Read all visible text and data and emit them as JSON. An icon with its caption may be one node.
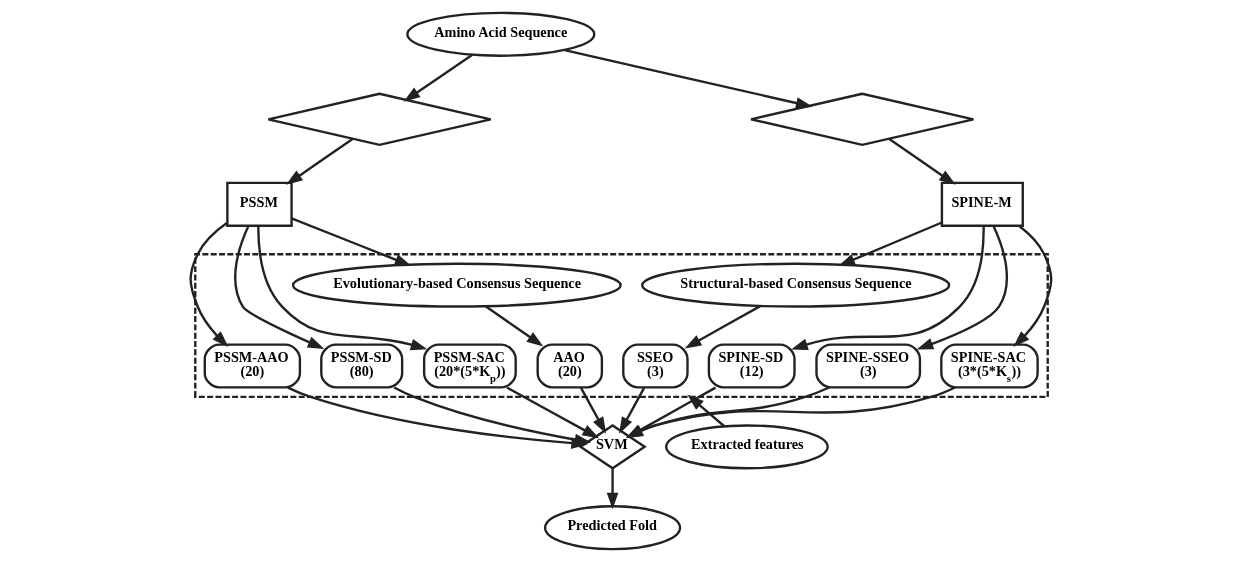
{
  "diagram": {
    "nodes": [
      {
        "text": [
          "Amino Acid Sequence"
        ]
      },
      {
        "text": [],
        "shape": "diamond"
      },
      {
        "text": [],
        "shape": "diamond"
      },
      {
        "text": [
          "PSSM"
        ]
      },
      {
        "text": [
          "SPINE-M"
        ]
      },
      {
        "text": [],
        "shape": "box"
      },
      {
        "text": [
          "Evolutionary-based Consensus Sequence"
        ],
        "in": 5
      },
      {
        "text": [
          "Structural-based Consensus Sequence"
        ],
        "in": 5
      },
      {
        "text": [
          "AAO",
          "(20)"
        ],
        "in": 5
      },
      {
        "text": [
          "PSSM-SD",
          "(80)"
        ],
        "in": 5
      },
      {
        "text": [
          "PSSM-SAC",
          "(20*(5*K$_{p}$))"
        ],
        "in": 5
      },
      {
        "text": [
          "PSSM-AAO",
          "(20)"
        ],
        "in": 5
      },
      {
        "text": [
          "SPINE-SSEO",
          "(3)"
        ],
        "in": 5
      },
      {
        "text": [
          "SPINE-SAC",
          "(3*(5*K$_{s}$))"
        ],
        "in": 5
      },
      {
        "text": [
          "SPINE-SD",
          "(12)"
        ],
        "in": 5
      },
      {
        "text": [
          "SSEO",
          "(3)"
        ],
        "in": 5
      },
      {
        "text": [
          "SVM"
        ]
      },
      {
        "text": [
          "Extracted features"
        ]
      },
      {
        "text": [
          "Predicted Fold"
        ]
      }
    ],
    "edges": [
      {
        "from": 0,
        "to": 1,
        "arrow": "to"
      },
      {
        "from": 0,
        "to": 2,
        "arrow": "to"
      },
      {
        "from": 1,
        "to": 3,
        "arrow": "to"
      },
      {
        "from": 2,
        "to": 4,
        "arrow": "to"
      },
      {
        "from": 3,
        "to": 6,
        "arrow": "to"
      },
      {
        "from": 3,
        "to": 9,
        "arrow": "to"
      },
      {
        "from": 3,
        "to": 10,
        "arrow": "to"
      },
      {
        "from": 3,
        "to": 11,
        "arrow": "to"
      },
      {
        "from": 4,
        "to": 12,
        "arrow": "to"
      },
      {
        "from": 4,
        "to": 13,
        "arrow": "to"
      },
      {
        "from": 4,
        "to": 14,
        "arrow": "to"
      },
      {
        "from": 4,
        "to": 7,
        "arrow": "to"
      },
      {
        "from": 6,
        "to": 8,
        "arrow": "to"
      },
      {
        "from": 7,
        "to": 15,
        "arrow": "to"
      },
      {
        "from": 8,
        "to": 16,
        "arrow": "to"
      },
      {
        "from": 9,
        "to": 16,
        "arrow": "to"
      },
      {
        "from": 10,
        "to": 16,
        "arrow": "to"
      },
      {
        "from": 11,
        "to": 16,
        "arrow": "to"
      },
      {
        "from": 12,
        "to": 16,
        "arrow": "to"
      },
      {
        "from": 13,
        "to": 16,
        "arrow": "to"
      },
      {
        "from": 14,
        "to": 16,
        "arrow": "to"
      },
      {
        "from": 15,
        "to": 16,
        "arrow": "to"
      },
      {
        "from": 17,
        "to": 5,
        "arrow": "to"
      },
      {
        "from": 16,
        "to": 18,
        "arrow": "to"
      }
    ]
  }
}
